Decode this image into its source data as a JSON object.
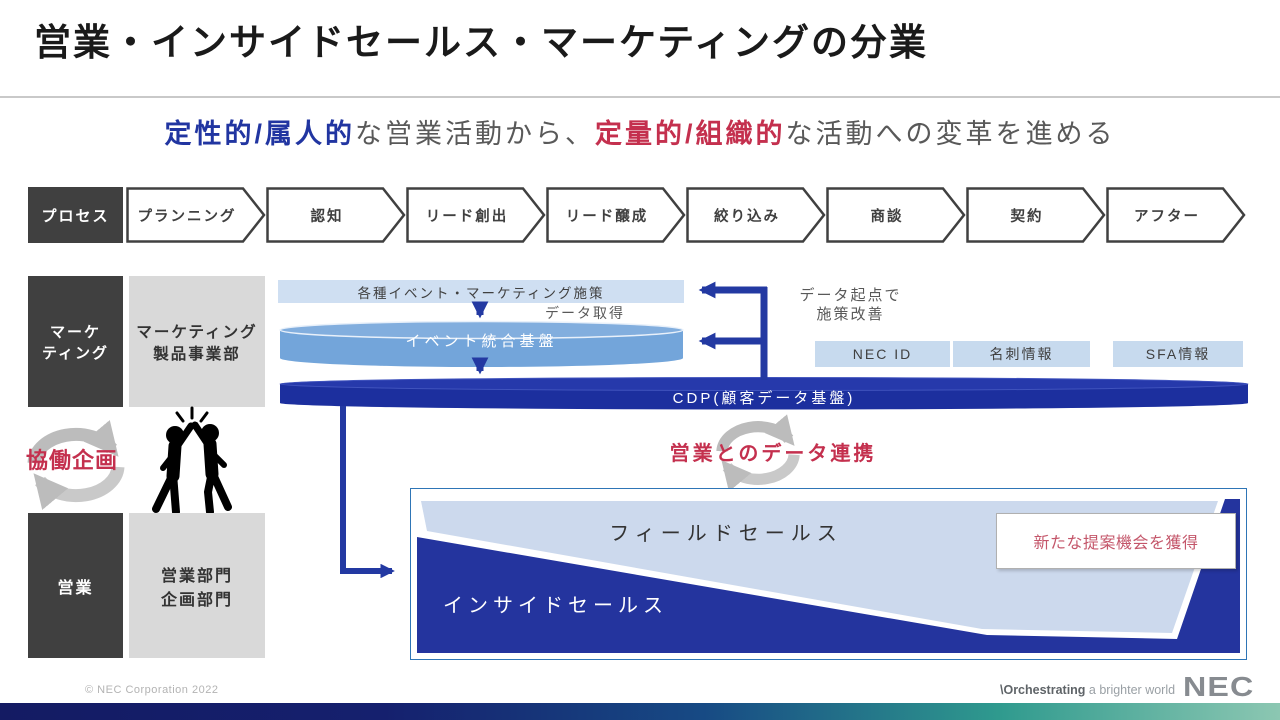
{
  "title": "営業・インサイドセールス・マーケティングの分業",
  "subtitle": {
    "lead_blue": "定性的/属人的",
    "mid": "な営業活動から、",
    "lead_red": "定量的/組織的",
    "tail": "な活動への変革を進める"
  },
  "process": {
    "header": "プロセス",
    "steps": [
      "プランニング",
      "認知",
      "リード創出",
      "リード醸成",
      "絞り込み",
      "商談",
      "契約",
      "アフター"
    ]
  },
  "lanes": {
    "marketing_label": "マーケ\nティング",
    "marketing_dept": "マーケティング\n製品事業部",
    "collab": "協働企画",
    "sales_label": "営業",
    "sales_dept": "営業部門\n企画部門"
  },
  "platform": {
    "campaign_box": "各種イベント・マーケティング施策",
    "data_capture": "データ取得",
    "event_platform": "イベント統合基盤",
    "cdp": "CDP(顧客データ基盤)",
    "improve_note": "データ起点で\n施策改善",
    "sources": [
      "NEC ID",
      "名刺情報",
      "SFA情報"
    ]
  },
  "linkage": "営業とのデータ連携",
  "funnel": {
    "field": "フィールドセールス",
    "inside": "インサイドセールス",
    "opportunity": "新たな提案機会を獲得"
  },
  "footer": {
    "copyright": "© NEC Corporation 2022",
    "tagline_bold": "\\Orchestrating",
    "tagline_rest": " a brighter world",
    "logo": "NEC"
  },
  "colors": {
    "accent_blue": "#2135a1",
    "accent_red": "#c4304e",
    "navy_cdp": "#1c2f9e",
    "mid_blue_cylinder": "#73a5da",
    "light_blue_box": "#cfdff2",
    "funnel_light": "#ccd9ed",
    "funnel_dark": "#24349e",
    "dark_gray_box": "#404040"
  },
  "icons": [
    "cycle-arrows-icon",
    "high-five-icon",
    "chevron-step-shape"
  ]
}
